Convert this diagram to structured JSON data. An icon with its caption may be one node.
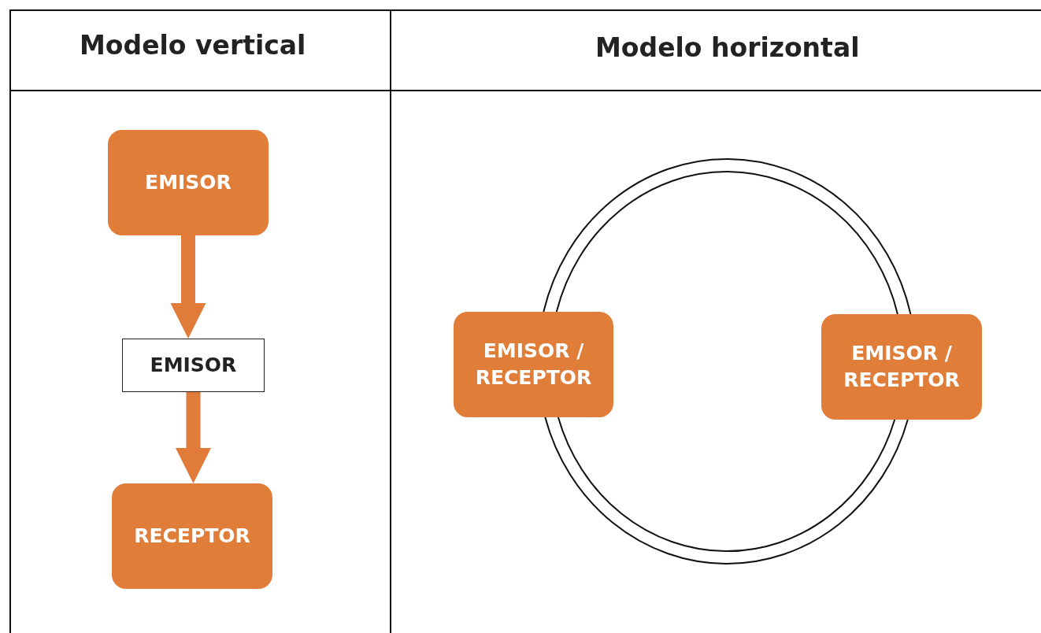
{
  "diagram": {
    "nodes": [
      {
        "text": [
          "EMISOR"
        ]
      },
      {
        "text": [
          "EMISOR"
        ]
      },
      {
        "text": [
          "RECEPTOR"
        ]
      },
      {
        "text": [
          "EMISOR / RECEPTOR"
        ]
      },
      {
        "text": [
          "EMISOR / RECEPTOR"
        ]
      }
    ],
    "edges": [
      {
        "from": 0,
        "to": 1,
        "arrow": "to",
        "style": "thick",
        "color": "#e07b39"
      },
      {
        "from": 1,
        "to": 2,
        "arrow": "to",
        "style": "thick",
        "color": "#e07b39"
      },
      {
        "from": 3,
        "to": 4,
        "arrow": "none",
        "color": "#111111"
      },
      {
        "from": 4,
        "to": 3,
        "arrow": "none",
        "color": "#111111"
      }
    ],
    "labels": [
      "Modelo vertical",
      "Modelo horizontal"
    ]
  }
}
